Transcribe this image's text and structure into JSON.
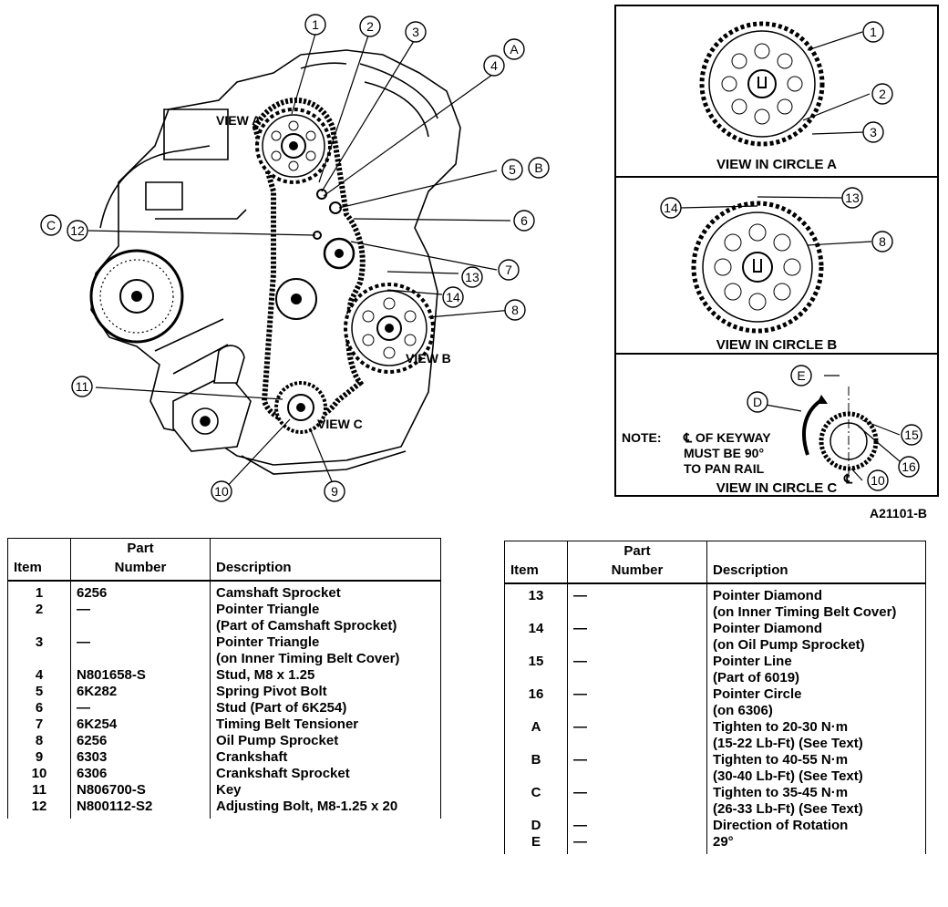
{
  "figure": {
    "id": "A21101-B",
    "callouts": [
      "1",
      "2",
      "3",
      "4",
      "5",
      "6",
      "7",
      "8",
      "9",
      "10",
      "11",
      "12",
      "13",
      "14"
    ],
    "letters": [
      "A",
      "B",
      "C"
    ],
    "view_labels": [
      "VIEW A",
      "VIEW B",
      "VIEW C"
    ]
  },
  "panels": {
    "a": {
      "caption": "VIEW IN CIRCLE A",
      "callouts": [
        "1",
        "2",
        "3"
      ]
    },
    "b": {
      "caption": "VIEW IN CIRCLE B",
      "callouts": [
        "13",
        "14",
        "8"
      ]
    },
    "c": {
      "caption": "VIEW IN CIRCLE C",
      "callouts": [
        "E",
        "D",
        "15",
        "16",
        "10"
      ],
      "note_label": "NOTE:",
      "note_lines": [
        "℄ OF KEYWAY",
        "MUST BE 90°",
        "TO PAN RAIL"
      ],
      "centerline_symbol": "℄"
    }
  },
  "tables": {
    "headers": {
      "item": "Item",
      "part_1": "Part",
      "part_2": "Number",
      "description": "Description"
    },
    "left": [
      {
        "item": "1",
        "part": "6256",
        "desc": [
          "Camshaft Sprocket"
        ]
      },
      {
        "item": "2",
        "part": "—",
        "desc": [
          "Pointer Triangle",
          "(Part of Camshaft Sprocket)"
        ]
      },
      {
        "item": "3",
        "part": "—",
        "desc": [
          "Pointer Triangle",
          "(on Inner Timing Belt Cover)"
        ]
      },
      {
        "item": "4",
        "part": "N801658-S",
        "desc": [
          "Stud, M8 x 1.25"
        ]
      },
      {
        "item": "5",
        "part": "6K282",
        "desc": [
          "Spring Pivot Bolt"
        ]
      },
      {
        "item": "6",
        "part": "—",
        "desc": [
          "Stud (Part of 6K254)"
        ]
      },
      {
        "item": "7",
        "part": "6K254",
        "desc": [
          "Timing Belt Tensioner"
        ]
      },
      {
        "item": "8",
        "part": "6256",
        "desc": [
          "Oil Pump Sprocket"
        ]
      },
      {
        "item": "9",
        "part": "6303",
        "desc": [
          "Crankshaft"
        ]
      },
      {
        "item": "10",
        "part": "6306",
        "desc": [
          "Crankshaft Sprocket"
        ]
      },
      {
        "item": "11",
        "part": "N806700-S",
        "desc": [
          "Key"
        ]
      },
      {
        "item": "12",
        "part": "N800112-S2",
        "desc": [
          "Adjusting Bolt, M8-1.25 x 20"
        ]
      }
    ],
    "right": [
      {
        "item": "13",
        "part": "—",
        "desc": [
          "Pointer Diamond",
          "(on Inner Timing Belt Cover)"
        ]
      },
      {
        "item": "14",
        "part": "—",
        "desc": [
          "Pointer Diamond",
          "(on Oil Pump Sprocket)"
        ]
      },
      {
        "item": "15",
        "part": "—",
        "desc": [
          "Pointer Line",
          "(Part of 6019)"
        ]
      },
      {
        "item": "16",
        "part": "—",
        "desc": [
          "Pointer Circle",
          "(on 6306)"
        ]
      },
      {
        "item": "A",
        "part": "—",
        "desc": [
          "Tighten to 20-30 N·m",
          "(15-22 Lb-Ft) (See Text)"
        ]
      },
      {
        "item": "B",
        "part": "—",
        "desc": [
          "Tighten to 40-55 N·m",
          "(30-40 Lb-Ft) (See Text)"
        ]
      },
      {
        "item": "C",
        "part": "—",
        "desc": [
          "Tighten to 35-45 N·m",
          "(26-33 Lb-Ft) (See Text)"
        ]
      },
      {
        "item": "D",
        "part": "—",
        "desc": [
          "Direction of Rotation"
        ]
      },
      {
        "item": "E",
        "part": "—",
        "desc": [
          "29°"
        ]
      }
    ]
  }
}
